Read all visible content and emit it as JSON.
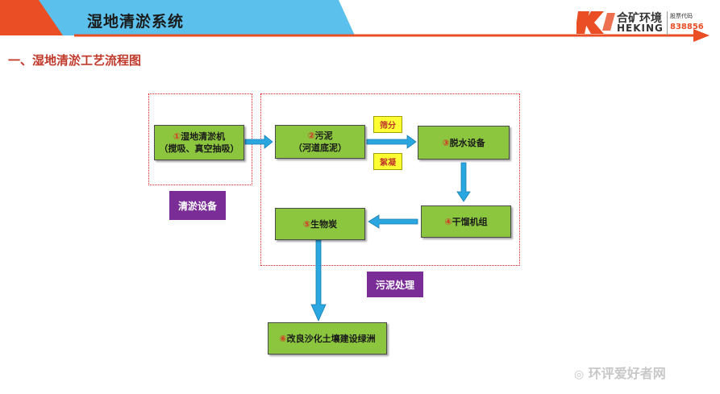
{
  "header": {
    "title": "湿地清淤系统",
    "logo": {
      "cn": "合矿环境",
      "en": "HEKING",
      "small": "股票代码",
      "code": "838856"
    }
  },
  "section_title": "一、湿地清淤工艺流程图",
  "flow": {
    "box1": {
      "num": "①",
      "line1": "湿地清淤机",
      "line2": "（搅吸、真空抽吸）"
    },
    "box2": {
      "num": "②",
      "line1": "污泥",
      "line2": "（河道底泥）"
    },
    "box3": {
      "num": "③",
      "line1": "脱水设备"
    },
    "box4": {
      "num": "④",
      "line1": "干馏机组"
    },
    "box5": {
      "num": "⑤",
      "line1": "生物炭"
    },
    "box6": {
      "num": "⑥",
      "line1": "改良沙化土壤建设绿洲"
    },
    "tag_screen": "筛分",
    "tag_flocculate": "絮凝",
    "group_dredging": "清淤设备",
    "group_sludge": "污泥处理"
  },
  "watermark": "环评爱好者网",
  "colors": {
    "header_blue": "#5bc0eb",
    "accent_orange": "#e94e24",
    "box_green": "#8cc63f",
    "arrow_blue": "#2aa6e0",
    "label_purple": "#7a2d96",
    "tag_yellow": "#ffff33",
    "dash_red": "#e02020"
  }
}
